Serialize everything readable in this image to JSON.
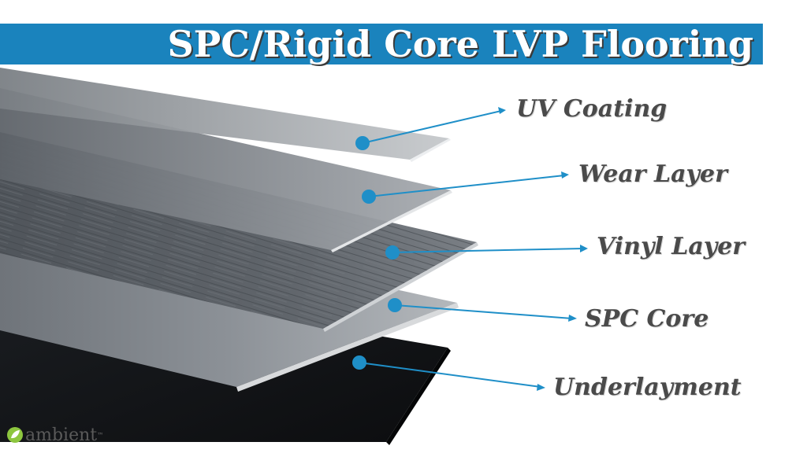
{
  "title": "SPC/Rigid Core LVP Flooring",
  "labels": {
    "uv": "UV Coating",
    "wear": "Wear Layer",
    "vinyl": "Vinyl Layer",
    "spc": "SPC Core",
    "underlayment": "Underlayment"
  },
  "brand": {
    "name": "ambient",
    "tm": "™"
  },
  "colors": {
    "title_bar": "#1a83bd",
    "callout": "#1f8fc8",
    "label_text": "#4a4a4a"
  }
}
